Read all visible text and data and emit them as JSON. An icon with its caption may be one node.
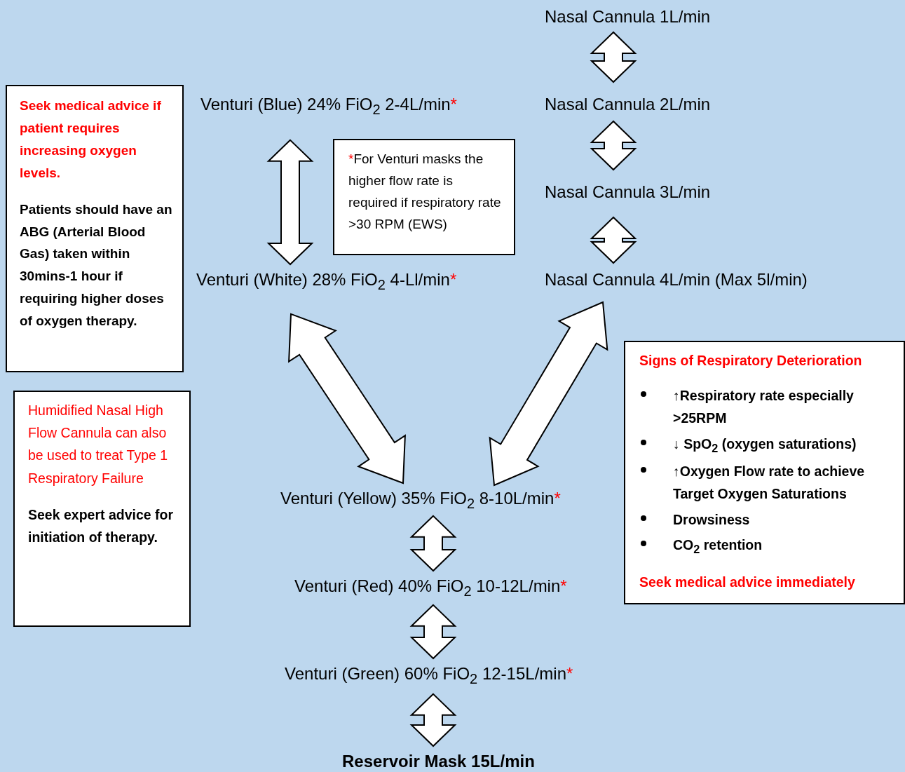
{
  "diagram": {
    "nodes": [
      {
        "text": [
          "Nasal Cannula 1L/min"
        ]
      },
      {
        "text": [
          "Nasal Cannula 2L/min"
        ]
      },
      {
        "text": [
          "Nasal Cannula 3L/min"
        ]
      },
      {
        "text": [
          "Nasal Cannula 4L/min (Max 5l/min)"
        ]
      },
      {
        "text": [
          "Venturi (Blue) 24% FiO$_{2}$ 2-4L/min",
          "*"
        ]
      },
      {
        "text": [
          "Venturi (White) 28% FiO$_{2}$ 4-Ll/min",
          "*"
        ]
      },
      {
        "text": [
          "*",
          "For Venturi masks the higher flow rate is required if respiratory rate >30 RPM (EWS)"
        ]
      },
      {
        "text": [
          "Seek medical advice if patient requires increasing oxygen levels.",
          "Patients should have an ABG (Arterial Blood Gas) taken within 30mins-1 hour if requiring higher doses of oxygen therapy."
        ]
      },
      {
        "text": [
          "Humidified Nasal High Flow Cannula can also be used to treat Type 1 Respiratory Failure",
          "Seek expert advice for initiation of therapy."
        ]
      },
      {
        "text": [
          "Venturi (Yellow) 35% FiO$_{2}$ 8-10L/min",
          "*"
        ]
      },
      {
        "text": [
          "Venturi (Red) 40% FiO$_{2}$ 10-12L/min",
          "*"
        ]
      },
      {
        "text": [
          "Venturi (Green) 60% FiO$_{2}$ 12-15L/min",
          "*"
        ]
      },
      {
        "text": [
          "Reservoir Mask 15L/min"
        ]
      },
      {
        "text": [
          "Signs of Respiratory Deterioration",
          "↑Respiratory rate especially >25RPM",
          "↓ SpO$_{2}$ (oxygen saturations)",
          "↑Oxygen Flow rate to achieve Target Oxygen Saturations",
          "Drowsiness",
          "CO$_{2}$ retention",
          "Seek medical advice immediately"
        ]
      }
    ],
    "edges": [
      {
        "from": 0,
        "to": 1,
        "arrow": "both"
      },
      {
        "from": 1,
        "to": 2,
        "arrow": "both"
      },
      {
        "from": 2,
        "to": 3,
        "arrow": "both"
      },
      {
        "from": 4,
        "to": 5,
        "arrow": "both"
      },
      {
        "from": 5,
        "to": 9,
        "arrow": "both"
      },
      {
        "from": 3,
        "to": 9,
        "arrow": "both"
      },
      {
        "from": 9,
        "to": 10,
        "arrow": "both"
      },
      {
        "from": 10,
        "to": 11,
        "arrow": "both"
      },
      {
        "from": 11,
        "to": 12,
        "arrow": "both"
      }
    ]
  }
}
